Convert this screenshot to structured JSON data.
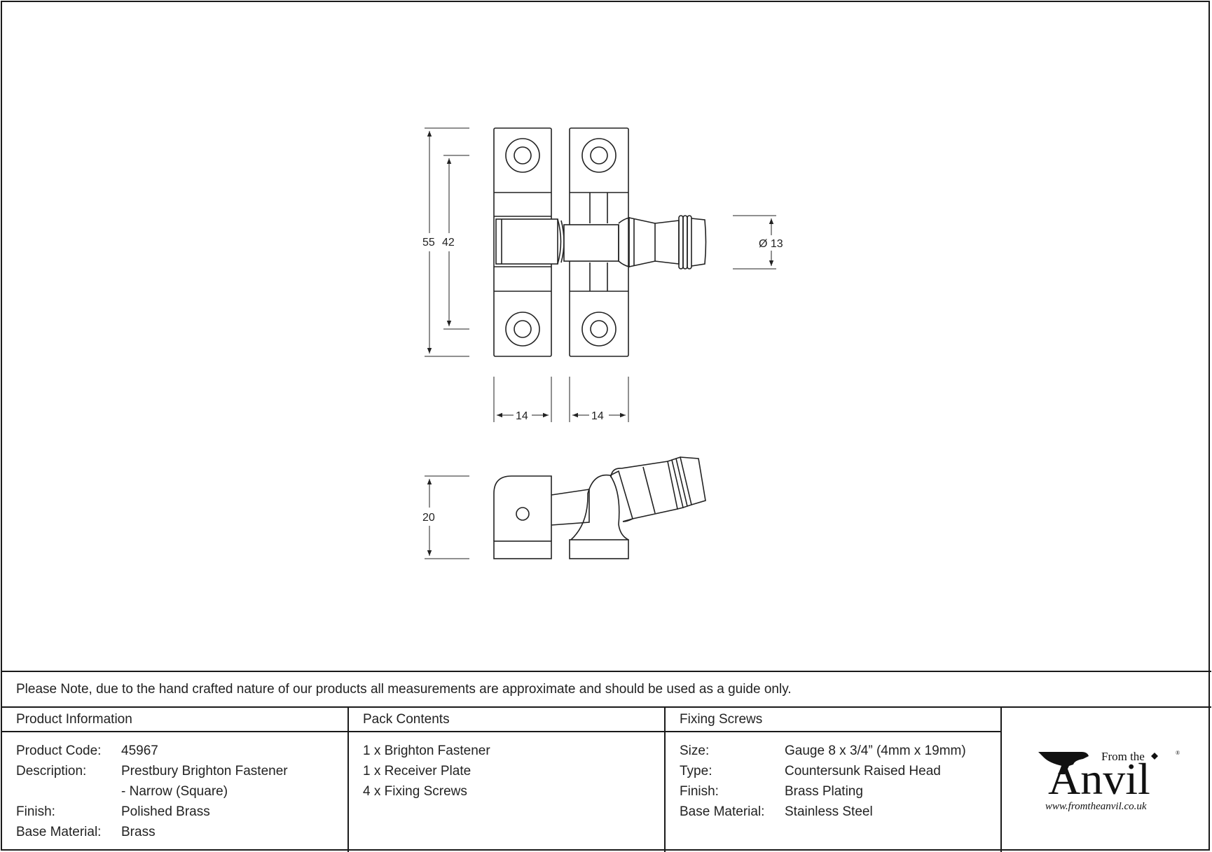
{
  "drawing": {
    "dimensions": {
      "overall_height": "55",
      "screw_centres": "42",
      "knob_diameter": "Ø 13",
      "plate_width_left": "14",
      "plate_width_right": "14",
      "side_height": "20"
    }
  },
  "note": "Please Note, due to the hand crafted nature of our products all measurements are approximate and should be used as a guide only.",
  "product_info": {
    "heading": "Product Information",
    "rows": [
      {
        "key": "Product Code:",
        "value": "45967"
      },
      {
        "key": "Description:",
        "value": "Prestbury Brighton Fastener"
      },
      {
        "key": "",
        "value": "- Narrow (Square)"
      },
      {
        "key": "Finish:",
        "value": "Polished Brass"
      },
      {
        "key": "Base Material:",
        "value": "Brass"
      }
    ]
  },
  "pack_contents": {
    "heading": "Pack Contents",
    "items": [
      "1 x Brighton Fastener",
      "1 x Receiver Plate",
      "4 x Fixing Screws"
    ]
  },
  "fixing_screws": {
    "heading": "Fixing Screws",
    "rows": [
      {
        "key": "Size:",
        "value": "Gauge 8 x 3/4” (4mm x 19mm)"
      },
      {
        "key": "Type:",
        "value": "Countersunk Raised Head"
      },
      {
        "key": "Finish:",
        "value": "Brass Plating"
      },
      {
        "key": "Base Material:",
        "value": "Stainless Steel"
      }
    ]
  },
  "logo": {
    "from_the": "From the",
    "brand": "Anvil",
    "url": "www.fromtheanvil.co.uk"
  }
}
